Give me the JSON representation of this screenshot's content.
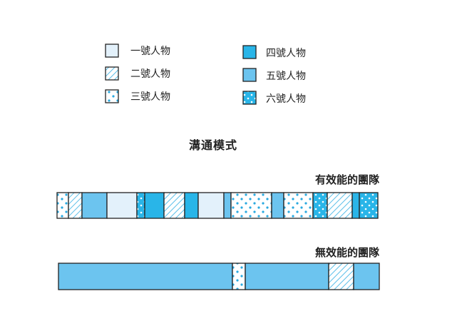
{
  "legend": [
    {
      "id": 1,
      "label": "一號人物",
      "fill": "light",
      "color": "#e3f1fb"
    },
    {
      "id": 2,
      "label": "二號人物",
      "fill": "hatch",
      "color": "#5bbfe9"
    },
    {
      "id": 3,
      "label": "三號人物",
      "fill": "dots-white",
      "color": "#29a9e0"
    },
    {
      "id": 4,
      "label": "四號人物",
      "fill": "solid",
      "color": "#29b5e8"
    },
    {
      "id": 5,
      "label": "五號人物",
      "fill": "solid",
      "color": "#6cc4ef"
    },
    {
      "id": 6,
      "label": "六號人物",
      "fill": "dots-blue",
      "color": "#29b5e8"
    }
  ],
  "title": "溝通模式",
  "teams": [
    {
      "label": "有效能的團隊",
      "segments": [
        [
          3,
          16
        ],
        [
          2,
          19
        ],
        [
          5,
          35
        ],
        [
          1,
          42
        ],
        [
          6,
          11
        ],
        [
          4,
          27
        ],
        [
          2,
          29
        ],
        [
          4,
          19
        ],
        [
          1,
          36
        ],
        [
          5,
          10
        ],
        [
          3,
          57
        ],
        [
          5,
          17
        ],
        [
          3,
          41
        ],
        [
          6,
          20
        ],
        [
          2,
          35
        ],
        [
          4,
          10
        ],
        [
          6,
          26
        ]
      ]
    },
    {
      "label": "無效能的團隊",
      "segments": [
        [
          5,
          244
        ],
        [
          3,
          18
        ],
        [
          5,
          117
        ],
        [
          2,
          35
        ],
        [
          5,
          36
        ]
      ]
    }
  ]
}
